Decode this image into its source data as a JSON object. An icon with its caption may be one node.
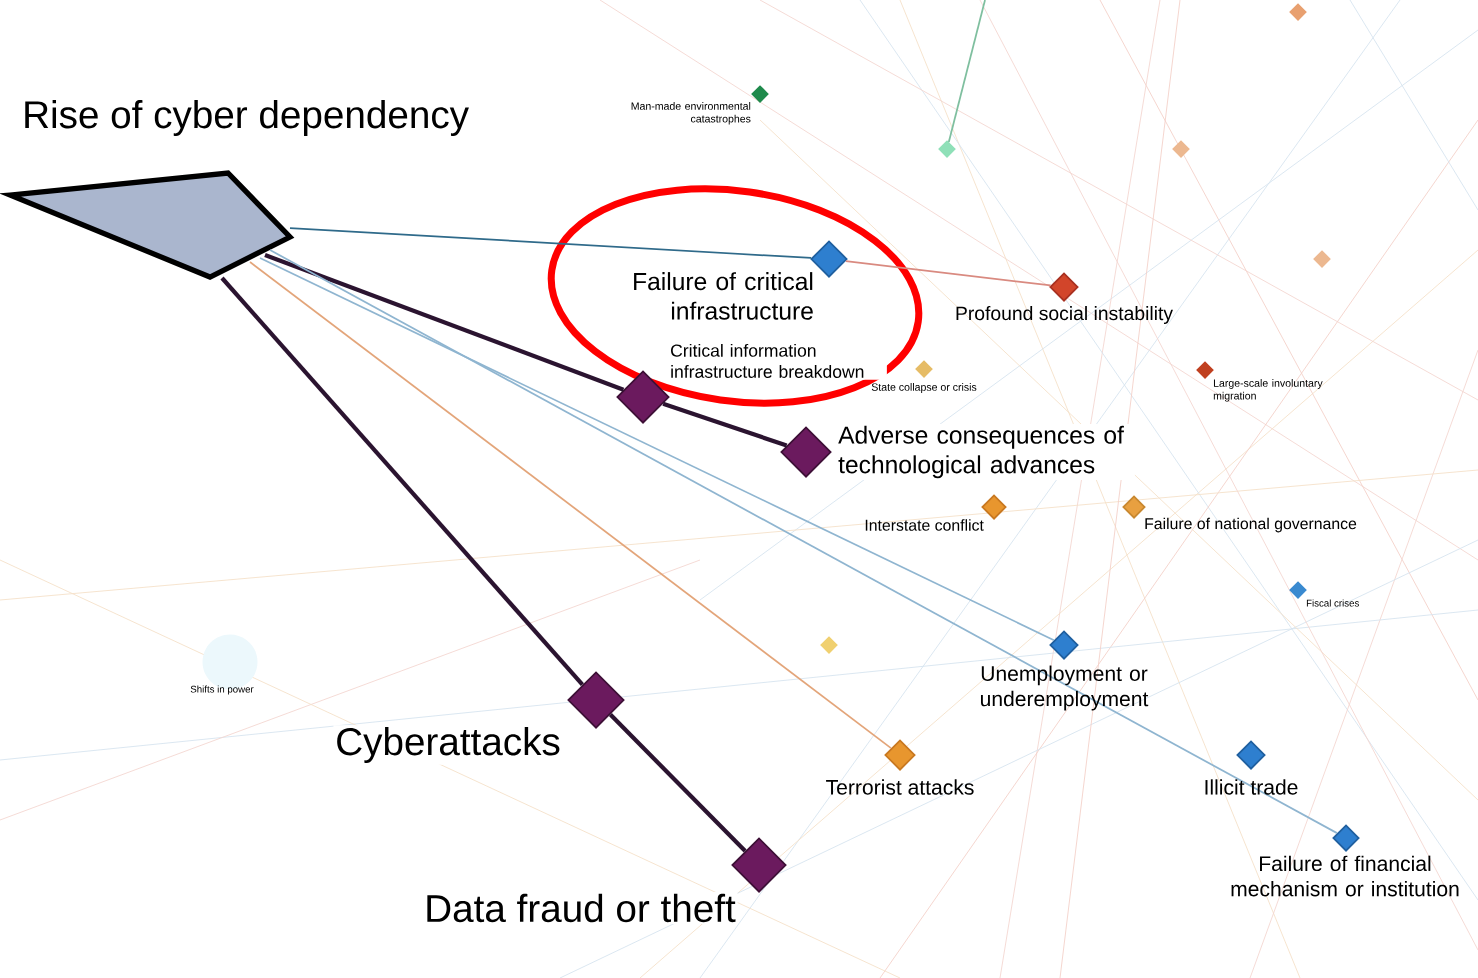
{
  "diagram": {
    "nodes": [
      {
        "text": [
          "Rise of cyber dependency"
        ]
      },
      {
        "text": [
          "Man-made environmental catastrophes"
        ]
      },
      {
        "text": [],
        "shape": "diamond"
      },
      {
        "text": [],
        "shape": "diamond"
      },
      {
        "text": [],
        "shape": "diamond"
      },
      {
        "text": [
          "Failure of critical infrastructure"
        ]
      },
      {
        "text": [
          "Profound social instability"
        ]
      },
      {
        "text": [],
        "shape": "diamond"
      },
      {
        "text": [
          "State collapse or crisis"
        ]
      },
      {
        "text": [
          "Large-scale involuntary migration"
        ]
      },
      {
        "text": [
          "Critical information infrastructure breakdown"
        ]
      },
      {
        "text": [
          "Adverse consequences of technological advances"
        ]
      },
      {
        "text": [
          "Interstate conflict"
        ]
      },
      {
        "text": [
          "Failure of national governance"
        ]
      },
      {
        "text": [
          "Fiscal crises"
        ]
      },
      {
        "text": [],
        "shape": "diamond"
      },
      {
        "text": [
          "Shifts in power"
        ]
      },
      {
        "text": [
          "Unemployment or underemployment"
        ]
      },
      {
        "text": [
          "Cyberattacks"
        ]
      },
      {
        "text": [
          "Terrorist attacks"
        ]
      },
      {
        "text": [
          "Illicit trade"
        ]
      },
      {
        "text": [
          "Failure of financial mechanism or institution"
        ]
      },
      {
        "text": [
          "Data fraud or theft"
        ]
      }
    ],
    "edges": [
      {
        "from": 0,
        "to": 5,
        "arrow": "none",
        "color": "#2f6a8a"
      },
      {
        "from": 0,
        "to": 10,
        "arrow": "none",
        "style": "thick"
      },
      {
        "from": 10,
        "to": 11,
        "arrow": "none",
        "style": "thick"
      },
      {
        "from": 0,
        "to": 18,
        "arrow": "none",
        "style": "thick"
      },
      {
        "from": 18,
        "to": 22,
        "arrow": "none",
        "style": "thick"
      },
      {
        "from": 0,
        "to": 19,
        "arrow": "none",
        "color": "#e3a57a"
      },
      {
        "from": 0,
        "to": 17,
        "arrow": "none",
        "color": "#8fb5d0"
      },
      {
        "from": 0,
        "to": 21,
        "arrow": "none",
        "color": "#8fb5d0"
      },
      {
        "from": 5,
        "to": 6,
        "arrow": "none",
        "color": "#d98a80"
      },
      {
        "from": 2,
        "to": null,
        "arrow": "none",
        "color": "#7fbf9f"
      }
    ]
  }
}
